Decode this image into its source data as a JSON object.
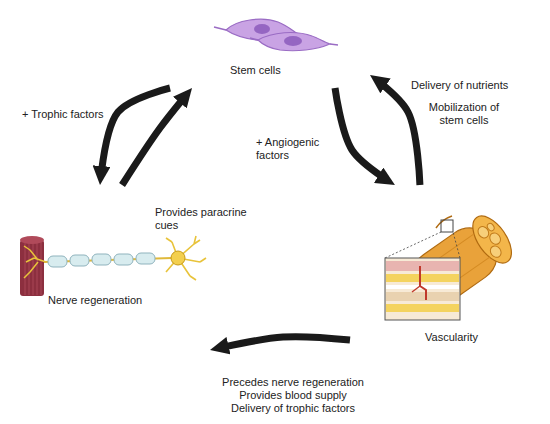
{
  "diagram": {
    "nodes": [
      {
        "text": [
          "Stem cells"
        ]
      },
      {
        "text": [
          "Vascularity"
        ]
      },
      {
        "text": [
          "Nerve regeneration"
        ]
      }
    ],
    "edges": [
      {
        "from": 0,
        "to": 2,
        "arrow": "to",
        "label": "+ Trophic factors"
      },
      {
        "from": 2,
        "to": 0,
        "arrow": "to",
        "label": "Provides paracrine cues"
      },
      {
        "from": 0,
        "to": 1,
        "arrow": "to",
        "label": "+ Angiogenic factors"
      },
      {
        "from": 1,
        "to": 0,
        "arrow": "to",
        "label": "Delivery of nutrients"
      },
      {
        "from": 1,
        "to": 2,
        "arrow": "to",
        "label": "Precedes nerve regeneration Provides blood supply Delivery of trophic factors"
      }
    ],
    "labels": [
      "Mobilization of stem cells"
    ]
  }
}
